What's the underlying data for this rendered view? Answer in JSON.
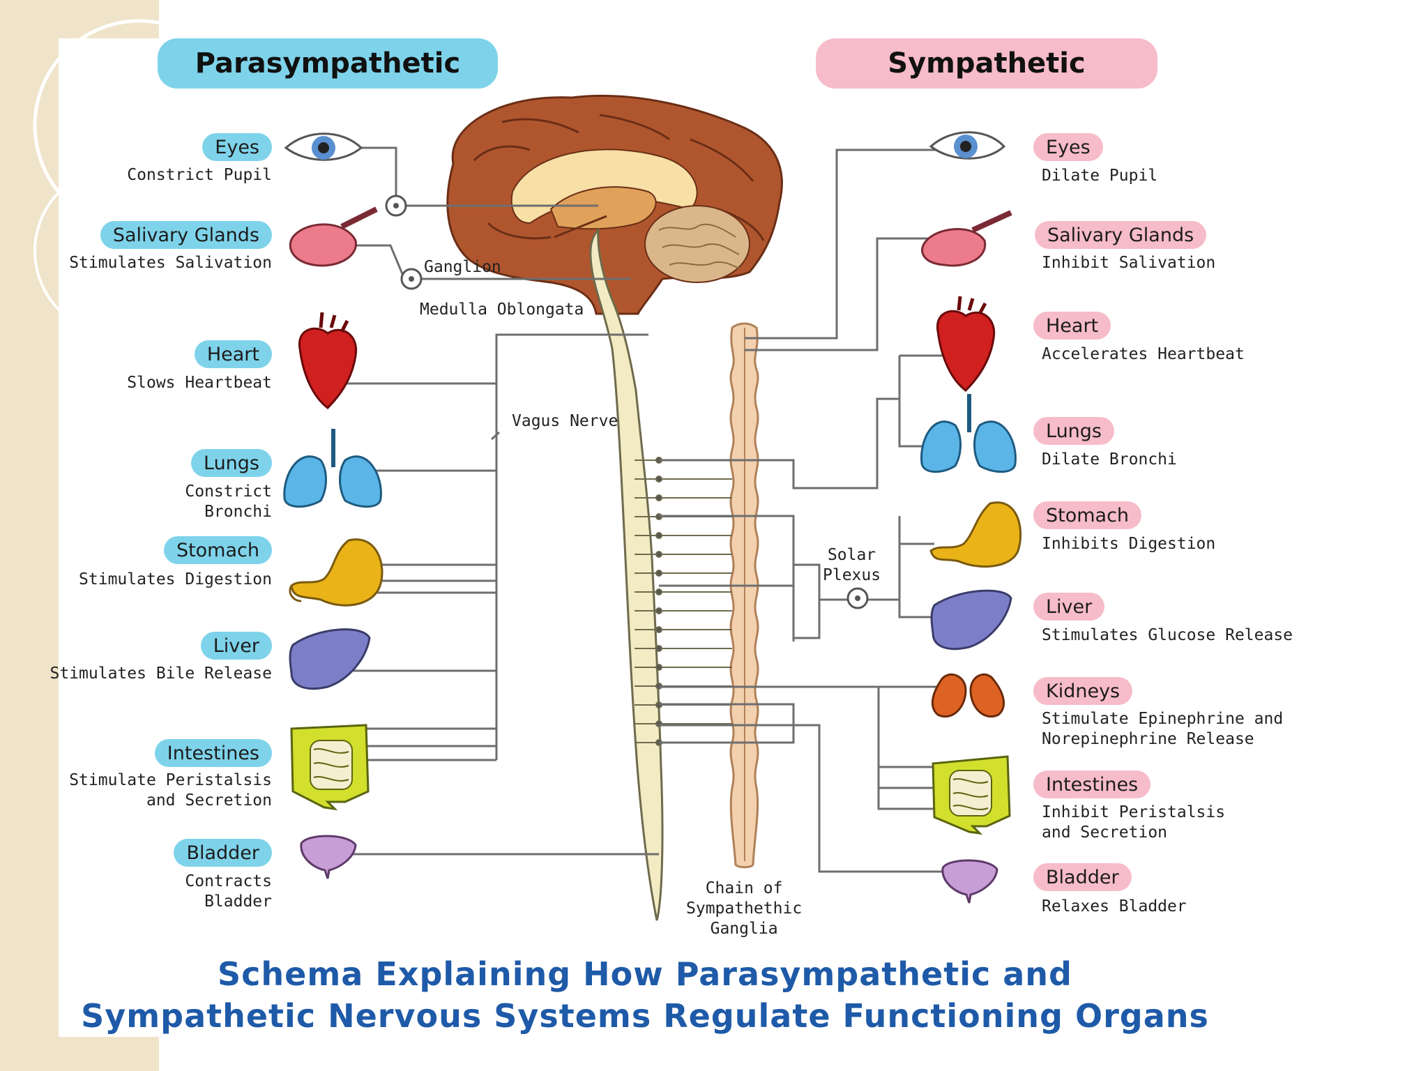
{
  "headers": {
    "parasympathetic": "Parasympathetic",
    "sympathetic": "Sympathetic"
  },
  "parasympathetic": {
    "eyes": {
      "label": "Eyes",
      "effect": "Constrict Pupil"
    },
    "salivary": {
      "label": "Salivary Glands",
      "effect": "Stimulates Salivation"
    },
    "heart": {
      "label": "Heart",
      "effect": "Slows Heartbeat"
    },
    "lungs": {
      "label": "Lungs",
      "effect": "Constrict\nBronchi"
    },
    "stomach": {
      "label": "Stomach",
      "effect": "Stimulates Digestion"
    },
    "liver": {
      "label": "Liver",
      "effect": "Stimulates Bile Release"
    },
    "intestines": {
      "label": "Intestines",
      "effect": "Stimulate Peristalsis\nand Secretion"
    },
    "bladder": {
      "label": "Bladder",
      "effect": "Contracts\nBladder"
    }
  },
  "sympathetic": {
    "eyes": {
      "label": "Eyes",
      "effect": "Dilate Pupil"
    },
    "salivary": {
      "label": "Salivary Glands",
      "effect": "Inhibit Salivation"
    },
    "heart": {
      "label": "Heart",
      "effect": "Accelerates Heartbeat"
    },
    "lungs": {
      "label": "Lungs",
      "effect": "Dilate Bronchi"
    },
    "stomach": {
      "label": "Stomach",
      "effect": "Inhibits Digestion"
    },
    "liver": {
      "label": "Liver",
      "effect": "Stimulates Glucose Release"
    },
    "kidneys": {
      "label": "Kidneys",
      "effect": "Stimulate Epinephrine and\nNorepinephrine Release"
    },
    "intestines": {
      "label": "Intestines",
      "effect": "Inhibit Peristalsis\nand Secretion"
    },
    "bladder": {
      "label": "Bladder",
      "effect": "Relaxes Bladder"
    }
  },
  "annotations": {
    "ganglion": "Ganglion",
    "medulla": "Medulla Oblongata",
    "vagus": "Vagus Nerve",
    "solar_plexus": "Solar\nPlexus",
    "chain": "Chain of\nSympathethic\nGanglia"
  },
  "caption": {
    "line1": "Schema Explaining How Parasympathetic and",
    "line2": "Sympathetic Nervous Systems Regulate Functioning Organs"
  },
  "colors": {
    "para_pill": "#7ed3ea",
    "sym_pill": "#f7bcc9",
    "caption": "#1e5aa8",
    "brain": "#b0562e",
    "spinal_cord": "#f2ebc4",
    "ganglia_chain": "#f3d0ae",
    "nerve_lines": "#6e6e6e"
  }
}
